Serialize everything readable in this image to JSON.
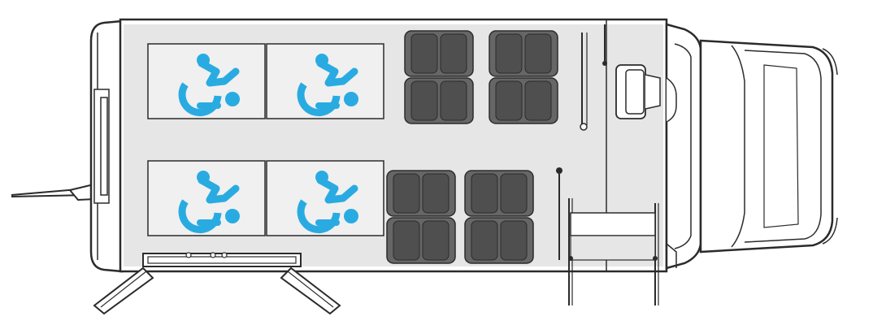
{
  "diagram": {
    "kind": "vehicle-floor-plan",
    "view": "top-down",
    "wheelchair_positions": 4,
    "passenger_seats": 8,
    "seat_rows": [
      {
        "side": "upper",
        "pairs": 2
      },
      {
        "side": "lower",
        "pairs": 2
      }
    ],
    "colors": {
      "floor": "#e6e6e6",
      "outline": "#2b2b2b",
      "seat": "#666666",
      "seat_dark": "#4f4f4f",
      "wheelchair_symbol": "#29abe2",
      "wheelchair_bay": "#f0f0f0"
    },
    "icons": [
      "wheelchair-accessibility-icon",
      "passenger-seat-icon",
      "driver-seat-icon",
      "wheelchair-ramp-icon"
    ]
  }
}
